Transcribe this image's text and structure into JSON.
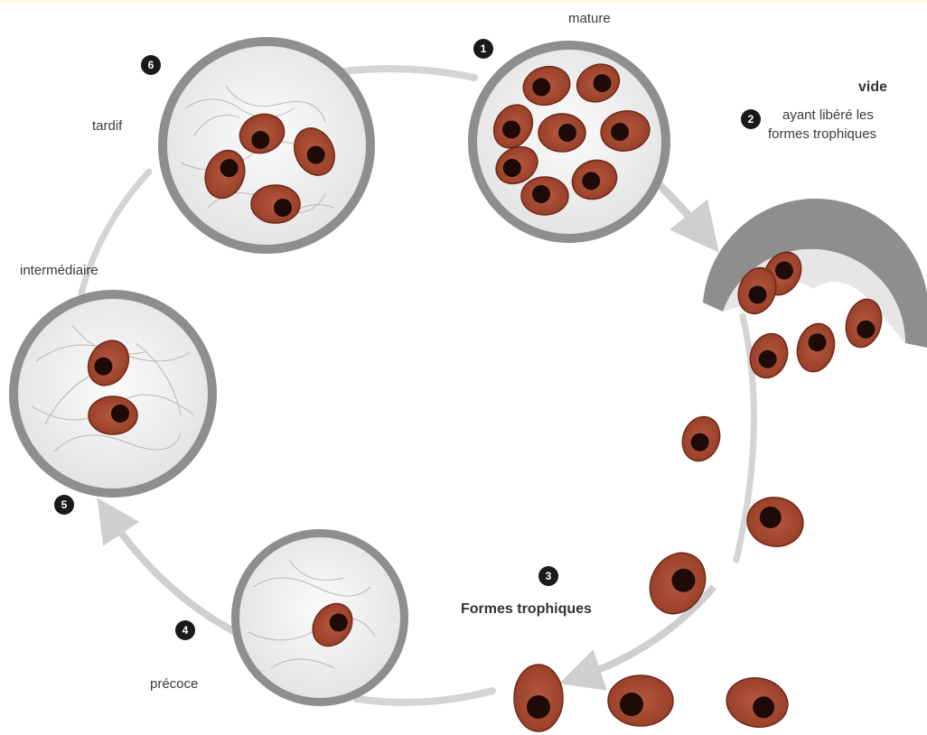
{
  "stages": [
    {
      "number": "1",
      "label": "mature"
    },
    {
      "number": "2",
      "label": "vide",
      "description_lines": [
        "ayant libéré les",
        "formes trophiques"
      ]
    },
    {
      "number": "3",
      "label": "Formes trophiques"
    },
    {
      "number": "4",
      "label": "précoce"
    },
    {
      "number": "5",
      "label": "intermédiaire"
    },
    {
      "number": "6",
      "label": "tardif"
    }
  ],
  "colors": {
    "cyst_wall": "#8e8e8e",
    "cyst_fill": "#f1f1f1",
    "trophozoite": "#a84a33",
    "trophozoite_outline": "#6e2a1a",
    "nucleus": "#1e0b07",
    "arrow": "#cccccc",
    "badge": "#1a1a1a"
  },
  "icons": {
    "cyst": "cyst-circle-icon",
    "trophozoite": "trophozoite-cell-icon",
    "arrow": "cycle-arrow-icon"
  }
}
